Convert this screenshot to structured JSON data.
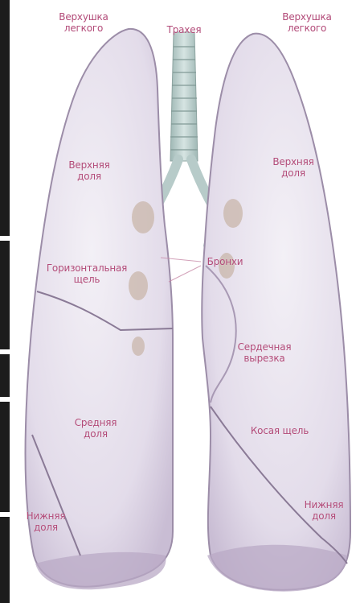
{
  "diagram": {
    "labels": {
      "apex_left": "Верхушка\nлегкого",
      "trachea": "Трахея",
      "apex_right": "Верхушка\nлегкого",
      "upper_lobe_left": "Верхняя\nдоля",
      "upper_lobe_right": "Верхняя\nдоля",
      "horizontal_fissure": "Горизонтальная\nщель",
      "bronchi": "Бронхи",
      "cardiac_notch": "Сердечная\nвырезка",
      "middle_lobe": "Средняя\nдоля",
      "oblique_fissure": "Косая щель",
      "lower_lobe_left": "Нижняя\nдоля",
      "lower_lobe_right": "Нижняя\nдоля"
    }
  },
  "colors": {
    "lung_fill": "#e9e4ef",
    "lung_shadow": "#c9bdd4",
    "lung_outline": "#9c8da8",
    "fissure": "#8a7a96",
    "trachea": "#b7cbc9",
    "label": "#b24a78",
    "frame": "#1c1c1c"
  }
}
